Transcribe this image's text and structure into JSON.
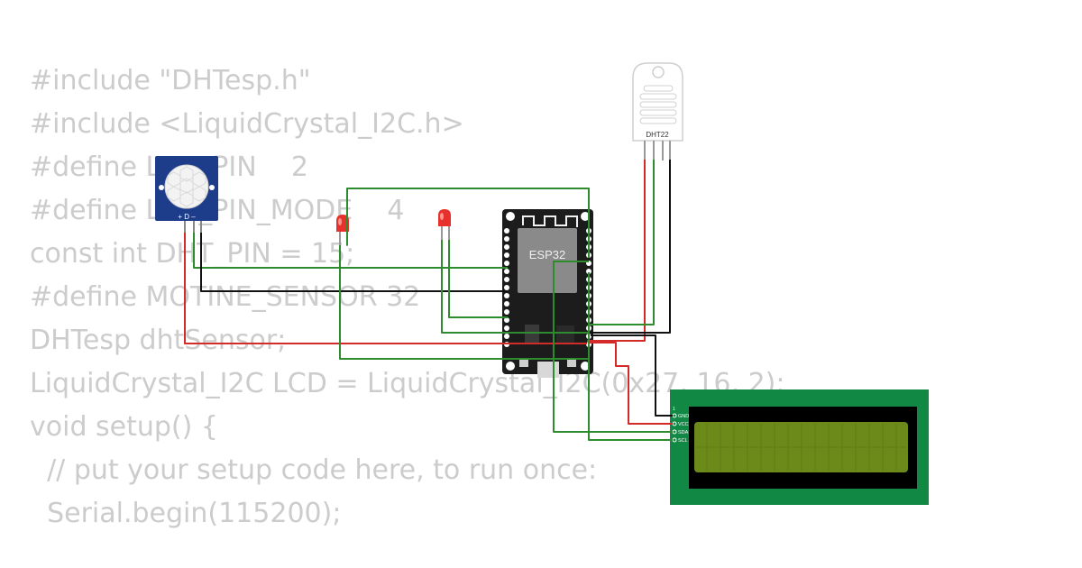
{
  "code_lines": [
    "#include \"DHTesp.h\"",
    "#include <LiquidCrystal_I2C.h>",
    "#define LED_PIN    2",
    "#define LED_PIN_MODE    4",
    "const int DHT_PIN = 15;",
    "#define MOTINE_SENSOR 32",
    "",
    "DHTesp dhtSensor;",
    "LiquidCrystal_I2C LCD = LiquidCrystal_I2C(0x27, 16, 2);",
    "void setup() {",
    "  // put your setup code here, to run once:",
    "  Serial.begin(115200);"
  ],
  "pir": {
    "pin_labels": "+ D –"
  },
  "esp32": {
    "label": "ESP32"
  },
  "dht": {
    "label": "DHT22"
  },
  "lcd": {
    "pin_num": "1",
    "pins": [
      "GND",
      "VCC",
      "SDA",
      "SCL"
    ]
  },
  "colors": {
    "wire_green": "#2e8b2e",
    "wire_red": "#d42a2a",
    "wire_black": "#111111",
    "lcd_pcb": "#118844",
    "lcd_screen": "#6b8a1a",
    "pir_board": "#1d3d8a",
    "led_red": "#e8302c"
  }
}
